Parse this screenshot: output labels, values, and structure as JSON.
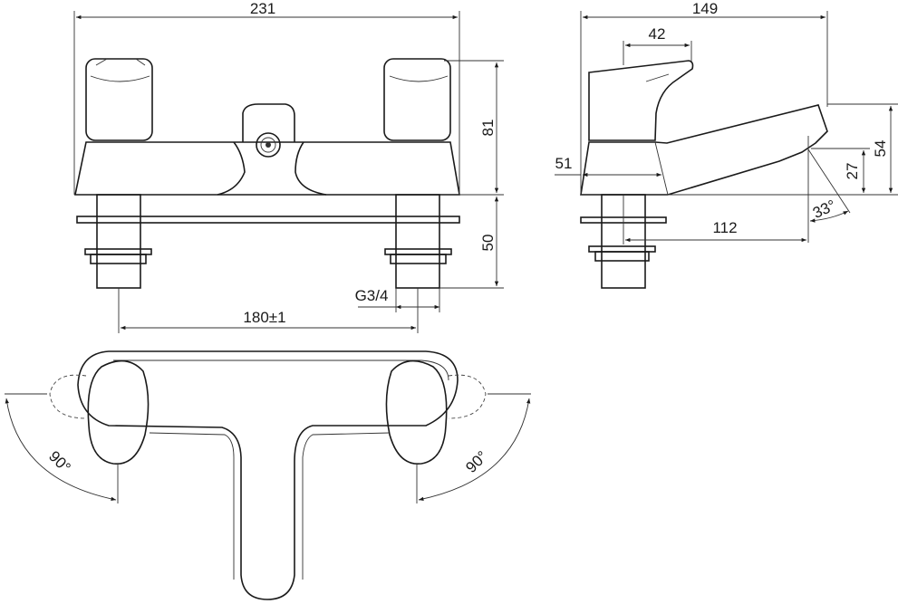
{
  "drawing": {
    "front_view": {
      "width": "231",
      "height_upper": "81",
      "height_lower": "50",
      "thread": "G3/4",
      "centers": "180±1"
    },
    "side_view": {
      "depth": "149",
      "handle": "42",
      "base": "51",
      "spout_height": "54",
      "outlet_height": "27",
      "reach": "112",
      "angle": "33°"
    },
    "top_view": {
      "rotation_left": "90°",
      "rotation_right": "90°"
    }
  },
  "colors": {
    "line": "#1a1a1a",
    "background": "#ffffff"
  }
}
